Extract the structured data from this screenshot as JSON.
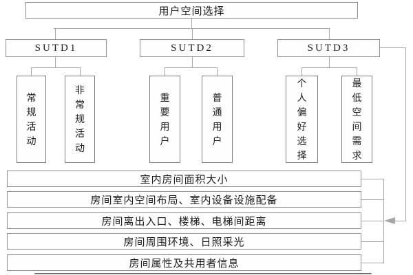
{
  "diagram": {
    "root_label": "用户空间选择",
    "branches": [
      {
        "label": "SUTD1",
        "children": [
          "常规活动",
          "非常规活动"
        ]
      },
      {
        "label": "SUTD2",
        "children": [
          "重要用户",
          "普通用户"
        ]
      },
      {
        "label": "SUTD3",
        "children": [
          "个人偏好选择",
          "最低空间需求"
        ]
      }
    ],
    "criteria": [
      "室内房间面积大小",
      "房间室内空间布局、室内设备设施配备",
      "房间离出入口、楼梯、电梯间距离",
      "房间周围环境、日照采光",
      "房间属性及共用者信息"
    ],
    "colors": {
      "line": "#a6a6a6",
      "box_border": "#8b8b8b",
      "text": "#1b1b1b",
      "background": "#ffffff"
    }
  }
}
